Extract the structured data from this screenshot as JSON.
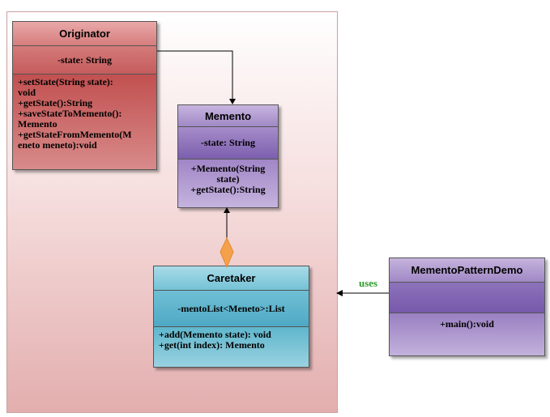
{
  "classes": {
    "originator": {
      "name": "Originator",
      "attribute": "-state: String",
      "operations": [
        "+setState(String state):",
        "void",
        "+getState():String",
        "+saveStateToMemento():",
        "Memento",
        "+getStateFromMemento(M",
        "eneto meneto):void"
      ]
    },
    "memento": {
      "name": "Memento",
      "attribute": "-state: String",
      "operations": [
        "+Memento(String",
        "state)",
        "+getState():String"
      ]
    },
    "caretaker": {
      "name": "Caretaker",
      "attribute": "-mentoList<Meneto>:List",
      "operations": [
        "+add(Memento state): void",
        "+get(int  index): Memento"
      ]
    },
    "demo": {
      "name": "MementoPatternDemo",
      "attribute": "",
      "operations": [
        "+main():void"
      ]
    }
  },
  "connectors": {
    "uses_label": "uses"
  },
  "colors": {
    "uses_label": "#2e9a2e",
    "aggregation_diamond": "#f5a04a"
  }
}
